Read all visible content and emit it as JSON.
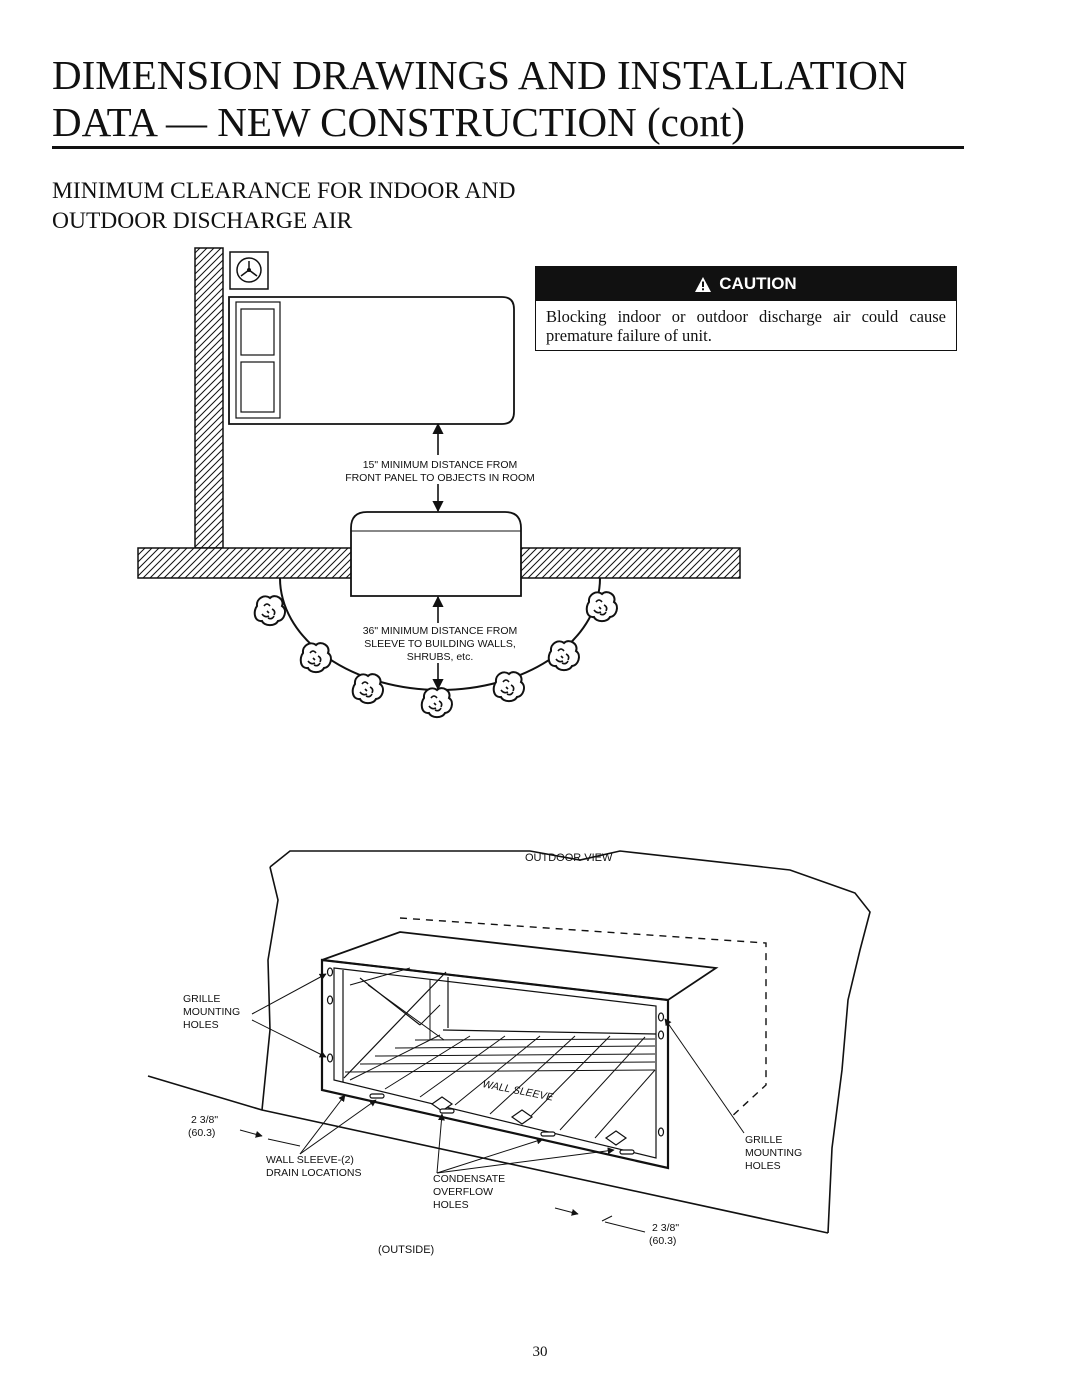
{
  "header": {
    "title_line1": "DIMENSION DRAWINGS AND INSTALLATION",
    "title_line2": "DATA — NEW CONSTRUCTION (cont)"
  },
  "section": {
    "heading_line1": "MINIMUM CLEARANCE FOR INDOOR AND",
    "heading_line2": "OUTDOOR DISCHARGE AIR"
  },
  "caution": {
    "label": "CAUTION",
    "icon": "warning-triangle-icon",
    "text": "Blocking indoor or outdoor discharge air could cause premature failure of unit."
  },
  "clearance_figure": {
    "indoor_line1": "15\" MINIMUM DISTANCE FROM",
    "indoor_line2": "FRONT PANEL TO OBJECTS IN ROOM",
    "outdoor_line1": "36\" MINIMUM DISTANCE FROM",
    "outdoor_line2": "SLEEVE TO BUILDING WALLS,",
    "outdoor_line3": "SHRUBS, etc."
  },
  "outdoor_figure": {
    "view_label": "OUTDOOR VIEW",
    "grille_left_1": "GRILLE",
    "grille_left_2": "MOUNTING",
    "grille_left_3": "HOLES",
    "grille_right_1": "GRILLE",
    "grille_right_2": "MOUNTING",
    "grille_right_3": "HOLES",
    "dim_left_1": "2 3/8\"",
    "dim_left_2": "(60.3)",
    "dim_right_1": "2 3/8\"",
    "dim_right_2": "(60.3)",
    "drain_1": "WALL SLEEVE-(2)",
    "drain_2": "DRAIN LOCATIONS",
    "condensate_1": "CONDENSATE",
    "condensate_2": "OVERFLOW",
    "condensate_3": "HOLES",
    "wall_sleeve_label": "WALL SLEEVE",
    "outside_label": "(OUTSIDE)"
  },
  "footer": {
    "page_number": "30"
  }
}
